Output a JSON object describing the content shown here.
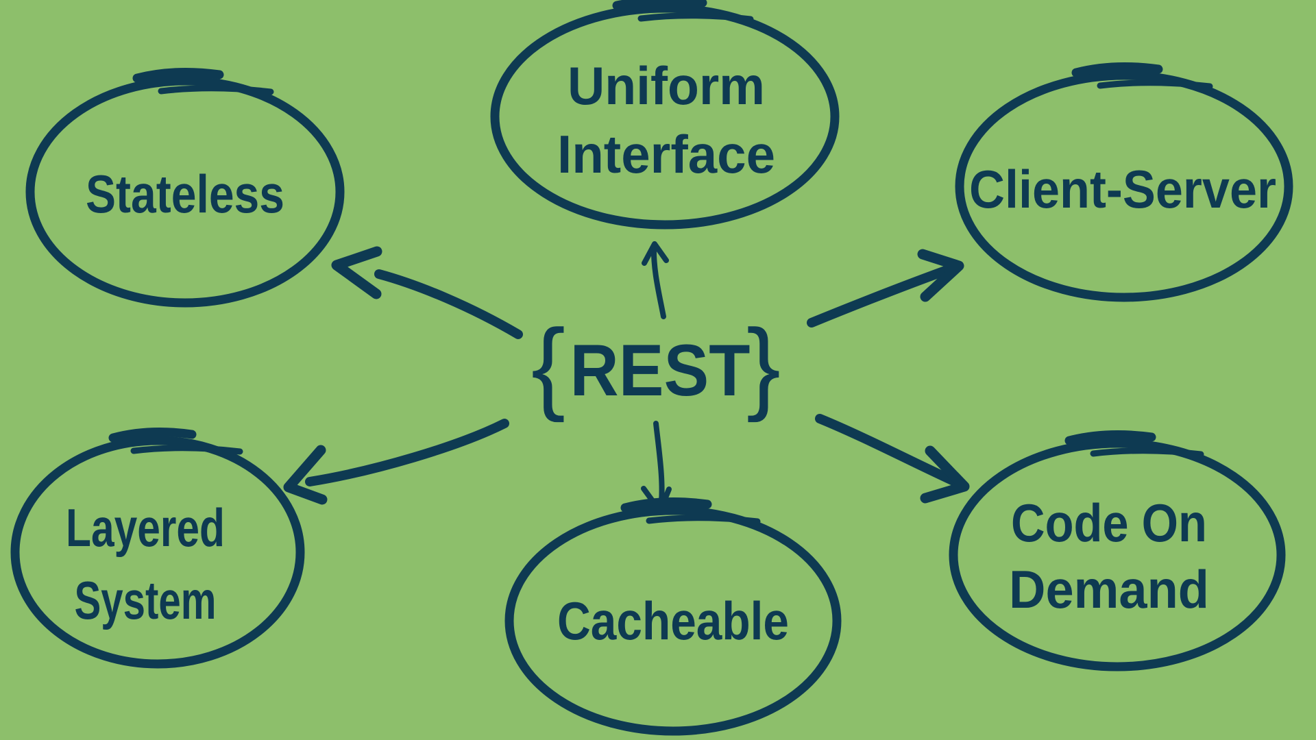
{
  "colors": {
    "background": "#8dbf6b",
    "ink": "#0e3a52"
  },
  "diagram": {
    "center": {
      "brace_left": "{",
      "label": "REST",
      "brace_right": "}"
    },
    "nodes": [
      {
        "id": "stateless",
        "lines": [
          "Stateless"
        ]
      },
      {
        "id": "uniform-interface",
        "lines": [
          "Uniform",
          "Interface"
        ]
      },
      {
        "id": "client-server",
        "lines": [
          "Client-Server"
        ]
      },
      {
        "id": "layered-system",
        "lines": [
          "Layered",
          "System"
        ]
      },
      {
        "id": "cacheable",
        "lines": [
          "Cacheable"
        ]
      },
      {
        "id": "code-on-demand",
        "lines": [
          "Code On",
          "Demand"
        ]
      }
    ]
  }
}
